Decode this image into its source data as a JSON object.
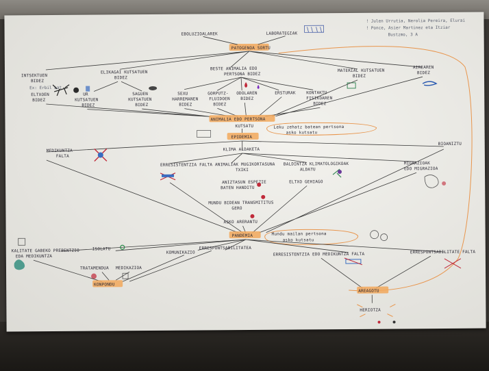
{
  "header_note": [
    "! Julen Urrutia, Nerolia Pereira, Elurai",
    "! Ponce, Asier Martinez eta Itziar",
    "Bustzmo, 3 A"
  ],
  "top": {
    "ebolu": "EBOLUZIOALAREK",
    "labor": "LABORATEGIAK",
    "patogeno": "PATOGENOA SORTU"
  },
  "paths": {
    "intsektu": [
      "INTSEKTUEN",
      "BIDEZ",
      "Ex: Erbil bat",
      "ELTXOEN",
      "BIDEZ"
    ],
    "elikagai": [
      "ELIKAGAI KUTSATUEN",
      "BIDEZ"
    ],
    "ur": [
      "UR",
      "KUTSATUEN",
      "BIDEZ"
    ],
    "sagu": [
      "SAGUEN",
      "KUTSATUEN",
      "BIDEZ"
    ],
    "beste": [
      "BESTE ANIMALIA EDO",
      "PERTSONA BIDEZ"
    ],
    "sexu": [
      "SEXU",
      "HARREMANEN",
      "BIDEZ"
    ],
    "gorputz": [
      "GORPUTZ-",
      "FLUIDOEN",
      "BIDEZ"
    ],
    "odol": [
      "ODOLAREN",
      "BIDEZ"
    ]
  },
  "nodes": {
    "erstur": "ERSTURAK",
    "kontaktu": [
      "KONTAKTU",
      "FISIKOAREN",
      "BIDEZ"
    ],
    "material": [
      "MATERIAL KUTSATUEN",
      "BIDEZ"
    ],
    "airea": [
      "AIREAREN",
      "BIDEZ"
    ],
    "animalia_kutsatu": "ANIMALIA EDO PERTSONA",
    "kutsatu": "KUTSATU",
    "epidemia": "EPIDEMIA",
    "epidemia_note": [
      "Leku zehatz batean pertsona",
      "asko kutsatu"
    ],
    "medikuntza": [
      "MEDIKUNTZA",
      "FALTA"
    ],
    "klima": "KLIMA ALDAKETA",
    "biodibertsitate": "BIOANIZTU",
    "erresistentzia": "ERRESISTENTZIA FALTA",
    "animaliak": [
      "ANIMALIAK MUGIKORTASUNA",
      "TXIKI"
    ],
    "baldintza": [
      "BALDINTZA KLIMATOLOGIKOAK",
      "ALDATU"
    ],
    "migrazio": [
      "MIGRAZIOAK",
      "EDO MIGRAZIOA"
    ],
    "aniztasun": [
      "ANIZTASUN ESPEZIE",
      "BATEN HANDITU"
    ],
    "ohiko": "ELTXO GEHIAGO",
    "mundu": [
      "MUNDU BIDEAN TRANSMITITUS",
      "GERO"
    ],
    "asko": "ASKO ARERANTU",
    "pandemia": "PANDEMIA",
    "pandemia_note": [
      "Mundu mailan pertsona",
      "asko kutsatu"
    ],
    "kalitate": [
      "KALITATE GABEKO PREBENTZIO",
      "EDA MEDIKUNTZA"
    ],
    "isolatu": "ISOLATU",
    "tratamendu": "TRATAMENDUA",
    "medikamentu": "MEDIKAZIOA",
    "komunikazio": "KOMUNIKAZIO",
    "erresponts": "ERRESPONTSABILITATEA",
    "erresistentzia2": "ERRESISTENTZIA EDO MEDIKUNTZA FALTA",
    "erresponts_falta": "ERRESPONTSABILITATE FALTA",
    "konpondu": "KONPONDU",
    "areagotu": "AREAGOTU",
    "heriotza": "HERIOTZA"
  }
}
